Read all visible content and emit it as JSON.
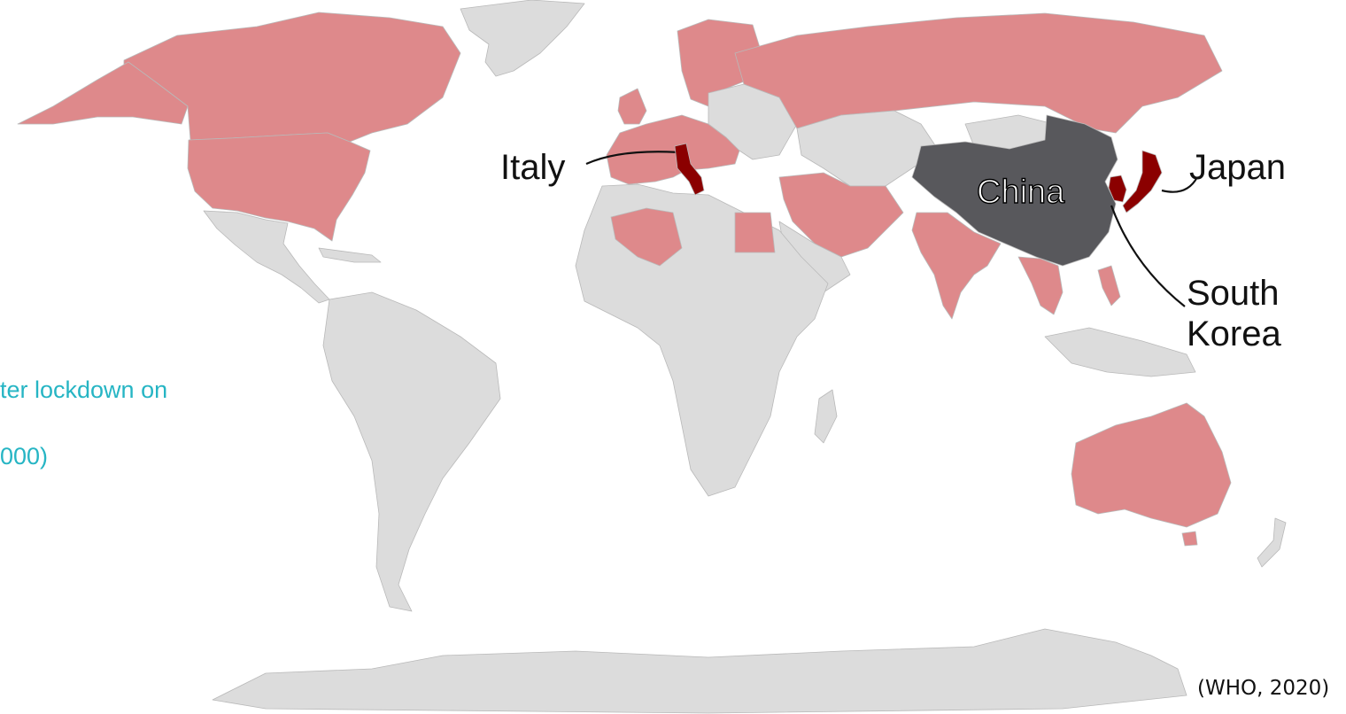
{
  "caption": {
    "line1": "ter lockdown on",
    "line2": "000)",
    "color": "#26b5c4"
  },
  "labels": {
    "italy": "Italy",
    "china": "China",
    "japan": "Japan",
    "south_korea_line1": "South",
    "south_korea_line2": "Korea"
  },
  "source": "(WHO, 2020)",
  "colors": {
    "background": "#ffffff",
    "no_cases": "#dcdcdc",
    "some_cases": "#de898b",
    "high_cases": "#8b0000",
    "china": "#58585c",
    "border": "#b9b9b9"
  },
  "highlighted": {
    "high_cases": [
      "Italy",
      "Japan",
      "South Korea"
    ],
    "dark": [
      "China"
    ]
  }
}
